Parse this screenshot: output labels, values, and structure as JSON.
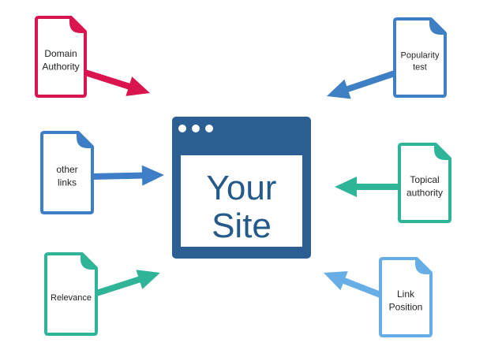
{
  "center": {
    "title_line1": "Your",
    "title_line2": "Site",
    "window_color": "#2b5f93",
    "dot_color": "#ffffff"
  },
  "factors": [
    {
      "id": "domain-authority",
      "lines": [
        "Domain",
        "Authority"
      ],
      "color": "#d9144f",
      "icon": "document-icon",
      "arrow": "arrow-icon"
    },
    {
      "id": "popularity-test",
      "lines": [
        "Popularity",
        "test"
      ],
      "color": "#3f7fc3",
      "icon": "document-icon",
      "arrow": "arrow-icon"
    },
    {
      "id": "other-links",
      "lines": [
        "other",
        "links"
      ],
      "color": "#3e7ec7",
      "icon": "document-icon",
      "arrow": "arrow-icon"
    },
    {
      "id": "topical-authority",
      "lines": [
        "Topical",
        "authority"
      ],
      "color": "#2fb497",
      "icon": "document-icon",
      "arrow": "arrow-icon"
    },
    {
      "id": "relevance",
      "lines": [
        "Relevance"
      ],
      "color": "#2fb497",
      "icon": "document-icon",
      "arrow": "arrow-icon"
    },
    {
      "id": "link-position",
      "lines": [
        "Link",
        "Position"
      ],
      "color": "#67aee6",
      "icon": "document-icon",
      "arrow": "arrow-icon"
    }
  ]
}
